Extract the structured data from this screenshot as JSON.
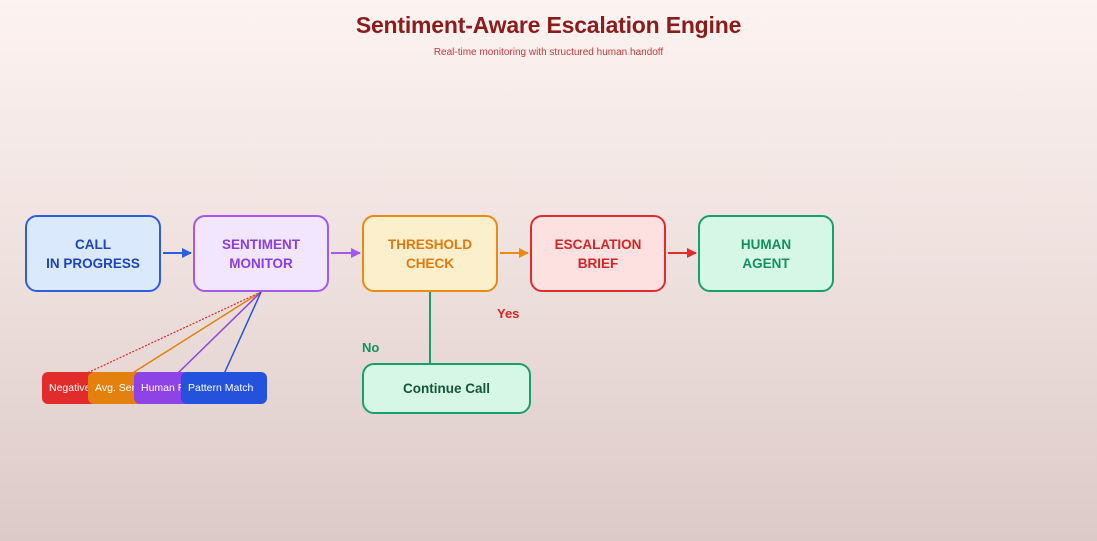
{
  "header": {
    "title": "Sentiment-Aware Escalation Engine",
    "subtitle": "Real-time monitoring with structured human handoff"
  },
  "flow": {
    "call": {
      "line1": "CALL",
      "line2": "IN PROGRESS",
      "color": "#2b5ee0"
    },
    "monitor": {
      "line1": "SENTIMENT",
      "line2": "MONITOR",
      "color": "#a259ec"
    },
    "threshold": {
      "line1": "THRESHOLD",
      "line2": "CHECK",
      "color": "#e98a14"
    },
    "escalation": {
      "line1": "ESCALATION",
      "line2": "BRIEF",
      "color": "#df2d2d"
    },
    "human": {
      "line1": "HUMAN",
      "line2": "AGENT",
      "color": "#16a06a"
    },
    "continue": {
      "label": "Continue Call"
    }
  },
  "edge_labels": {
    "yes": "Yes",
    "no": "No"
  },
  "signals": [
    {
      "label": "Negative",
      "color": "#e22b2b"
    },
    {
      "label": "Avg. Sen",
      "color": "#e4800e"
    },
    {
      "label": "Human R",
      "color": "#8e43e6"
    },
    {
      "label": "Pattern Match",
      "color": "#2552dc"
    }
  ]
}
